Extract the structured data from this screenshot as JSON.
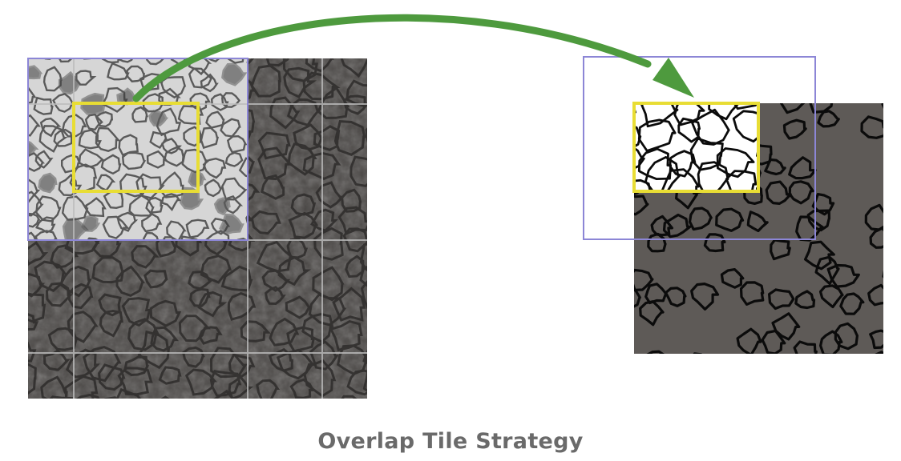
{
  "caption": "Overlap Tile Strategy",
  "colors": {
    "arrow": "#4e9a3e",
    "input_region": "#8c86d6",
    "output_region": "#e8dd34",
    "em_dark": "#4a4745",
    "em_light": "#d8d8d8",
    "segmentation_background": "#5e5a57",
    "membrane": "#0b0b0b",
    "tile_grid": "#bdbdbd"
  },
  "elements": {
    "input_image": "input-em-image",
    "output_image": "output-segmentation-map",
    "arrow": "green-curved-arrow-icon"
  }
}
